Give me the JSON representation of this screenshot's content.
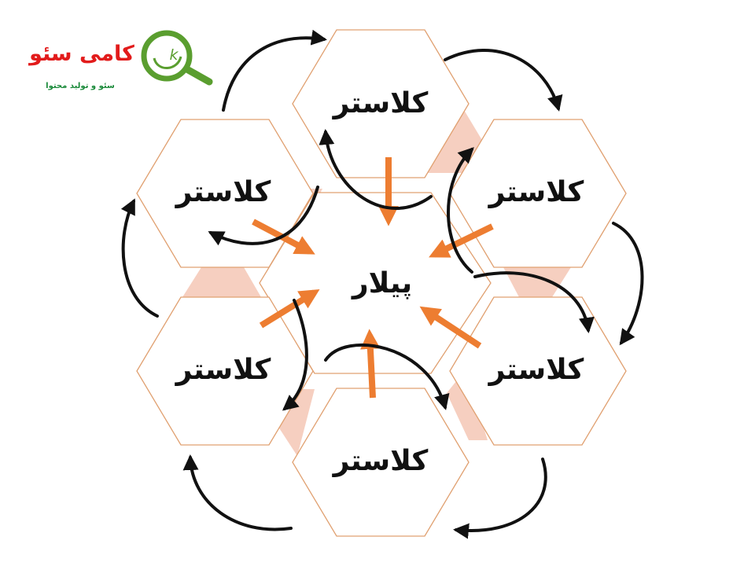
{
  "logo": {
    "brand_name": "کامی سئو",
    "tagline": "سئو و تولید محتوا",
    "icon_letter": "k",
    "brand_color": "#e21b1b",
    "icon_color": "#5a9e2f",
    "tagline_color": "#1a8a3a"
  },
  "diagram": {
    "pillar": {
      "label": "پیلار"
    },
    "clusters": [
      {
        "label": "کلاستر"
      },
      {
        "label": "کلاستر"
      },
      {
        "label": "کلاستر"
      },
      {
        "label": "کلاستر"
      },
      {
        "label": "کلاستر"
      },
      {
        "label": "کلاستر"
      }
    ],
    "colors": {
      "hex_border": "#e0a070",
      "orange_arrow": "#ed7d31",
      "gap_fill": "#f6cfc0",
      "curve_arrow": "#111111"
    }
  }
}
